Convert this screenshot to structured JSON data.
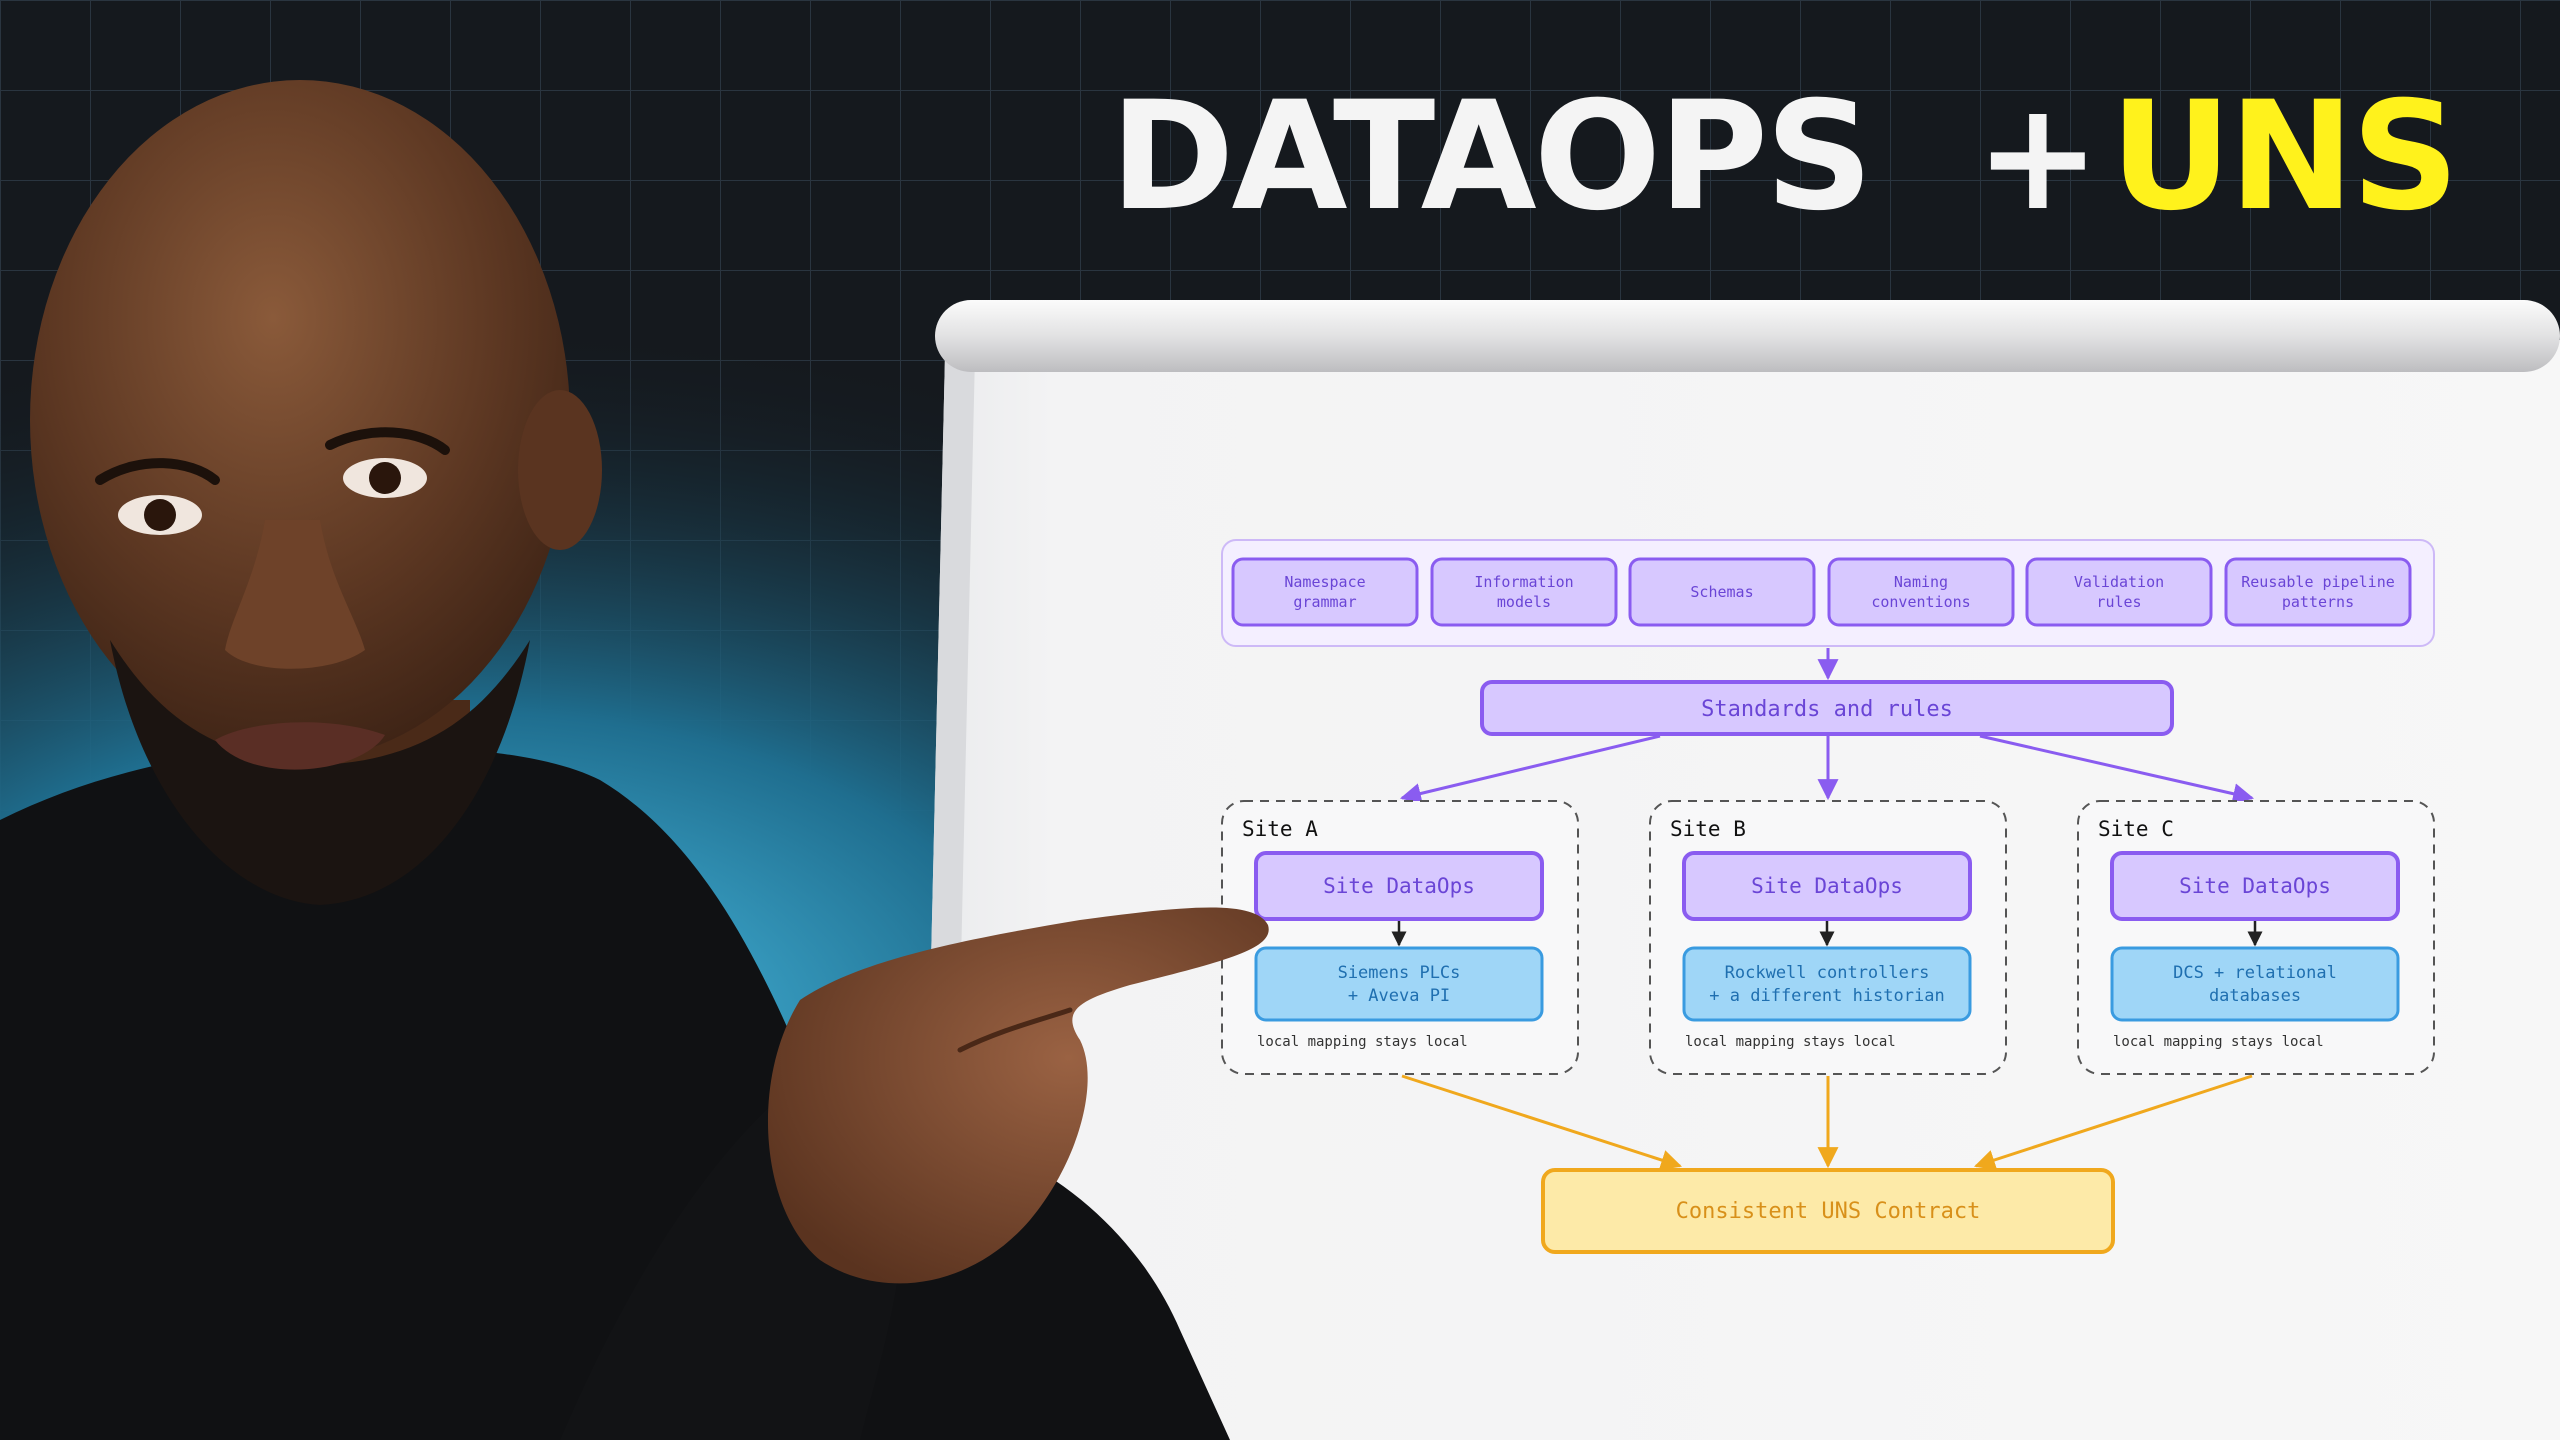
{
  "title": {
    "dataops": "DATAOPS",
    "plus": "+",
    "uns": "UNS"
  },
  "colors": {
    "title_white": "#f4f4f4",
    "title_yellow": "#fff21c",
    "purple_box_fill": "#d7c8ff",
    "purple_stroke": "#8a5cf0",
    "blue_box_fill": "#9fd6f7",
    "blue_stroke": "#3a9be0",
    "contract_fill": "#fdeaa8",
    "contract_stroke": "#f0a81d"
  },
  "diagram": {
    "standards": [
      {
        "line1": "Namespace",
        "line2": "grammar"
      },
      {
        "line1": "Information",
        "line2": "models"
      },
      {
        "line1": "Schemas",
        "line2": ""
      },
      {
        "line1": "Naming",
        "line2": "conventions"
      },
      {
        "line1": "Validation",
        "line2": "rules"
      },
      {
        "line1": "Reusable pipeline",
        "line2": "patterns"
      }
    ],
    "standards_box": "Standards and rules",
    "sites": [
      {
        "name": "Site A",
        "dataops": "Site DataOps",
        "source_line1": "Siemens PLCs",
        "source_line2": "+ Aveva PI",
        "note": "local mapping stays local"
      },
      {
        "name": "Site B",
        "dataops": "Site DataOps",
        "source_line1": "Rockwell controllers",
        "source_line2": "+ a different historian",
        "note": "local mapping stays local"
      },
      {
        "name": "Site C",
        "dataops": "Site DataOps",
        "source_line1": "DCS + relational",
        "source_line2": "databases",
        "note": "local mapping stays local"
      }
    ],
    "contract": "Consistent UNS Contract"
  }
}
